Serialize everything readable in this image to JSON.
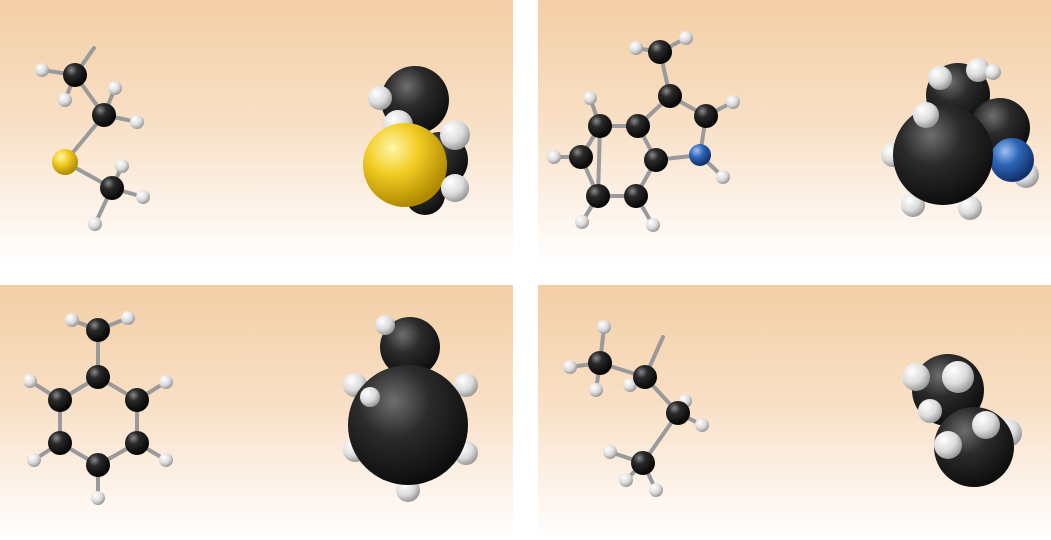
{
  "panels": [
    {
      "id": "top-left",
      "description_visible": false,
      "ball_and_stick": "ethyl-methyl-sulfide",
      "space_filling": "ethyl-methyl-sulfide"
    },
    {
      "id": "top-right",
      "description_visible": false,
      "ball_and_stick": "3-methylindole",
      "space_filling": "3-methylindole"
    },
    {
      "id": "bottom-left",
      "description_visible": false,
      "ball_and_stick": "toluene",
      "space_filling": "toluene"
    },
    {
      "id": "bottom-right",
      "description_visible": false,
      "ball_and_stick": "butane",
      "space_filling": "butane"
    }
  ],
  "colors": {
    "carbon": "#1b1b1b",
    "hydrogen": "#e6e6e6",
    "sulfur": "#f2cc22",
    "nitrogen": "#2d66b8",
    "bond": "#9a9a9a"
  }
}
